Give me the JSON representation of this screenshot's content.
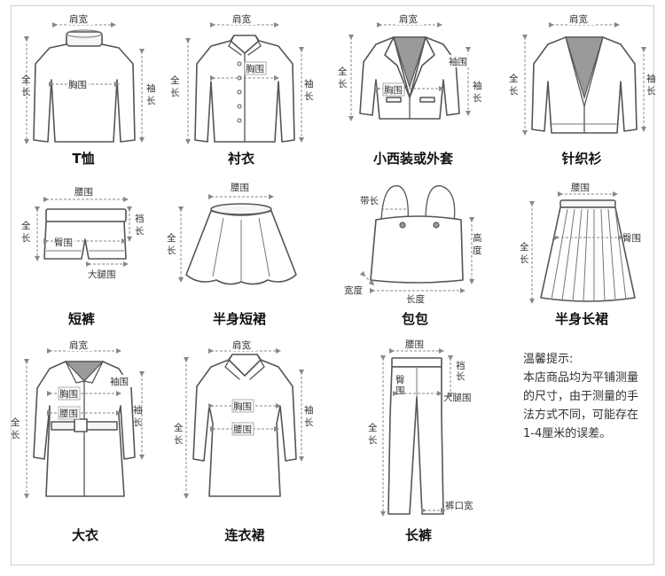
{
  "garments": [
    {
      "id": "tshirt",
      "name": "T恤"
    },
    {
      "id": "shirt",
      "name": "衬衣"
    },
    {
      "id": "blazer",
      "name": "小西装或外套"
    },
    {
      "id": "cardigan",
      "name": "针织衫"
    },
    {
      "id": "shorts",
      "name": "短裤"
    },
    {
      "id": "short_skirt",
      "name": "半身短裙"
    },
    {
      "id": "bag",
      "name": "包包"
    },
    {
      "id": "long_skirt",
      "name": "半身长裙"
    },
    {
      "id": "coat",
      "name": "大衣"
    },
    {
      "id": "dress",
      "name": "连衣裙"
    },
    {
      "id": "pants",
      "name": "长裤"
    }
  ],
  "labels": {
    "shoulder": "肩宽",
    "chest": "胸围",
    "full_length": "全长",
    "sleeve": "袖长",
    "waist": "腰围",
    "hip": "臀围",
    "thigh": "大腿围",
    "cuff": "袖围",
    "strap": "带长",
    "height": "高度",
    "width": "宽度",
    "bag_length": "长度",
    "hem": "裤口宽"
  },
  "tips": {
    "title": "温馨提示:",
    "lines": [
      "本店商品均为平铺测量",
      "的尺寸，由于测量的手",
      "法方式不同，可能存在",
      "1-4厘米的误差。"
    ]
  }
}
